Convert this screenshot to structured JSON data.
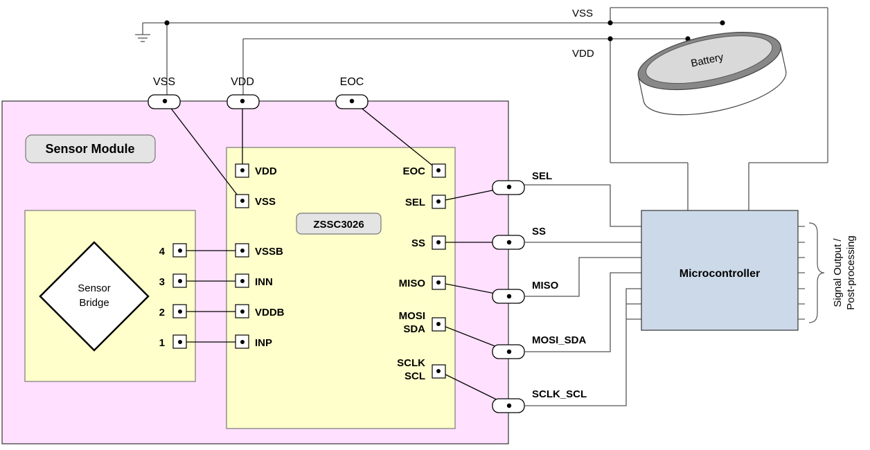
{
  "sensor_module": {
    "label": "Sensor Module"
  },
  "chip": {
    "label": "ZSSC3026",
    "pins_left": [
      "VDD",
      "VSS",
      "VSSB",
      "INN",
      "VDDB",
      "INP"
    ],
    "pins_right": [
      "EOC",
      "SEL",
      "SS",
      "MISO",
      "MOSI",
      "SDA",
      "SCLK",
      "SCL"
    ]
  },
  "bridge": {
    "label_line1": "Sensor",
    "label_line2": "Bridge",
    "pins": [
      "4",
      "3",
      "2",
      "1"
    ]
  },
  "connectors_top": [
    "VSS",
    "VDD",
    "EOC"
  ],
  "bus_labels": [
    "SEL",
    "SS",
    "MISO",
    "MOSI_SDA",
    "SCLK_SCL"
  ],
  "supply_labels": {
    "vss": "VSS",
    "vdd": "VDD"
  },
  "battery": {
    "label": "Battery"
  },
  "microcontroller": {
    "label": "Microcontroller"
  },
  "output_label": {
    "line1": "Signal Output /",
    "line2": "Post-processing"
  },
  "colors": {
    "module_fill": "#ffe0ff",
    "chip_fill": "#ffffcc",
    "mcu_fill": "#ccd9e8",
    "label_box_fill": "#e4e4e4",
    "battery_top": "#d9d9d9",
    "battery_ring": "#888888"
  }
}
